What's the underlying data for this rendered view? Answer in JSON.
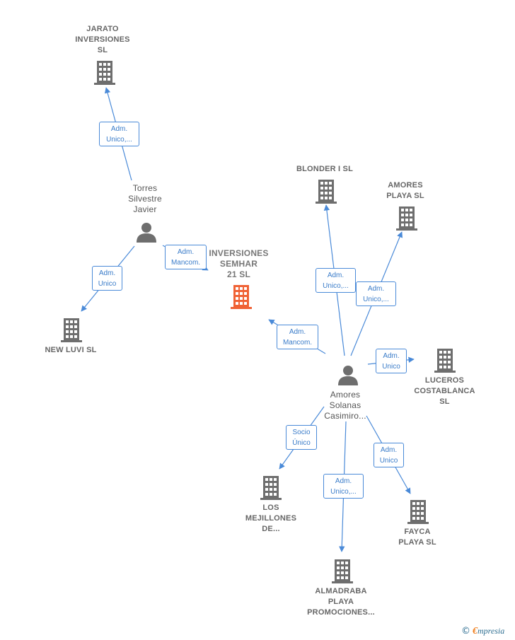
{
  "companies": [
    {
      "id": "jarato",
      "lines": [
        "JARATO",
        "INVERSIONES",
        "SL"
      ]
    },
    {
      "id": "newluvi",
      "lines": [
        "NEW LUVI SL"
      ]
    },
    {
      "id": "semhar",
      "lines": [
        "INVERSIONES",
        "SEMHAR",
        "21  SL"
      ],
      "highlight": true
    },
    {
      "id": "blonder",
      "lines": [
        "BLONDER I SL"
      ]
    },
    {
      "id": "amoresplaya",
      "lines": [
        "AMORES",
        "PLAYA  SL"
      ]
    },
    {
      "id": "luceros",
      "lines": [
        "LUCEROS",
        "COSTABLANCA",
        "SL"
      ]
    },
    {
      "id": "mejillones",
      "lines": [
        "LOS",
        "MEJILLONES",
        "DE..."
      ]
    },
    {
      "id": "almadraba",
      "lines": [
        "ALMADRABA",
        "PLAYA",
        "PROMOCIONES..."
      ]
    },
    {
      "id": "fayca",
      "lines": [
        "FAYCA",
        "PLAYA  SL"
      ]
    }
  ],
  "persons": [
    {
      "id": "torres",
      "lines": [
        "Torres",
        "Silvestre",
        "Javier"
      ]
    },
    {
      "id": "amores",
      "lines": [
        "Amores",
        "Solanas",
        "Casimiro..."
      ]
    }
  ],
  "relations": [
    {
      "id": "r1",
      "lines": [
        "Adm.",
        "Unico,..."
      ]
    },
    {
      "id": "r2",
      "lines": [
        "Adm.",
        "Unico"
      ]
    },
    {
      "id": "r3",
      "lines": [
        "Adm.",
        "Mancom."
      ]
    },
    {
      "id": "r4",
      "lines": [
        "Adm.",
        "Mancom."
      ]
    },
    {
      "id": "r5",
      "lines": [
        "Adm.",
        "Unico,..."
      ]
    },
    {
      "id": "r6",
      "lines": [
        "Adm.",
        "Unico,..."
      ]
    },
    {
      "id": "r7",
      "lines": [
        "Adm.",
        "Unico"
      ]
    },
    {
      "id": "r8",
      "lines": [
        "Socio",
        "Único"
      ]
    },
    {
      "id": "r9",
      "lines": [
        "Adm.",
        "Unico,..."
      ]
    },
    {
      "id": "r10",
      "lines": [
        "Adm.",
        "Unico"
      ]
    }
  ],
  "brand": {
    "copyright": "©",
    "initial": "€",
    "name": "mpresia"
  },
  "colors": {
    "building": "#6e6e6e",
    "highlight": "#f06235",
    "edge": "#4a8ad8",
    "person": "#6e6e6e"
  }
}
